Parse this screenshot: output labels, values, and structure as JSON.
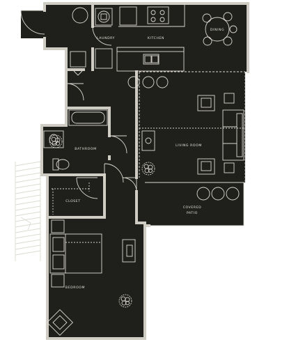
{
  "colors": {
    "floor": "#1f1f1c",
    "wall": "#cfccc3",
    "line": "#dcdad2",
    "plant": "#e9e7df"
  },
  "rooms": {
    "dining": "DINING",
    "laundry": "LAUNDRY",
    "kitchen": "KITCHEN",
    "living": "LIVING ROOM",
    "bathroom": "BATHROOM",
    "closet": "CLOSET",
    "patio_line1": "COVERED",
    "patio_line2": "PATIO",
    "bedroom": "BEDROOM"
  },
  "icons": [
    "front-door-swing",
    "washer-icon",
    "dryer-icon",
    "stove-icon",
    "sink-icon",
    "toilet-icon",
    "bathtub-icon",
    "bed-icon",
    "sofa-icon",
    "dining-table-icon",
    "plant-icon",
    "staircase"
  ]
}
